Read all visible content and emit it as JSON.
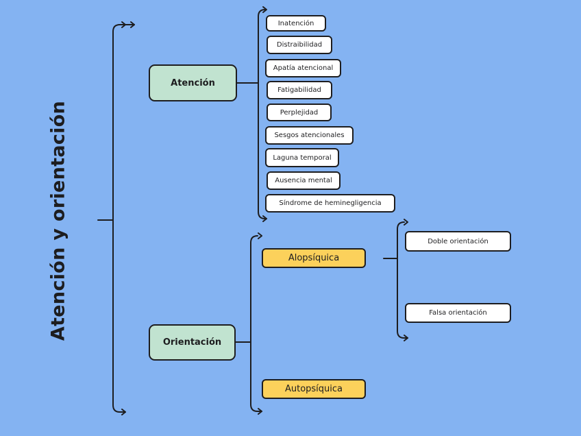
{
  "title": "Atención y orientación",
  "branches": {
    "atencion": {
      "label": "Atención",
      "items": [
        "Inatención",
        "Distraibilidad",
        "Apatía atencional",
        "Fatigabilidad",
        "Perplejidad",
        "Sesgos atencionales",
        "Laguna temporal",
        "Ausencia mental",
        "Síndrome de heminegligencia"
      ]
    },
    "orientacion": {
      "label": "Orientación",
      "alopsiquica": {
        "label": "Alopsíquica",
        "items": [
          "Doble orientación",
          "Falsa orientación"
        ]
      },
      "autopsiquica": {
        "label": "Autopsíquica"
      }
    }
  },
  "colors": {
    "background": "#84b3f2",
    "category_fill": "#c1e3d0",
    "group_fill": "#fcd15b",
    "leaf_fill": "#ffffff",
    "line": "#1d1d1f"
  }
}
